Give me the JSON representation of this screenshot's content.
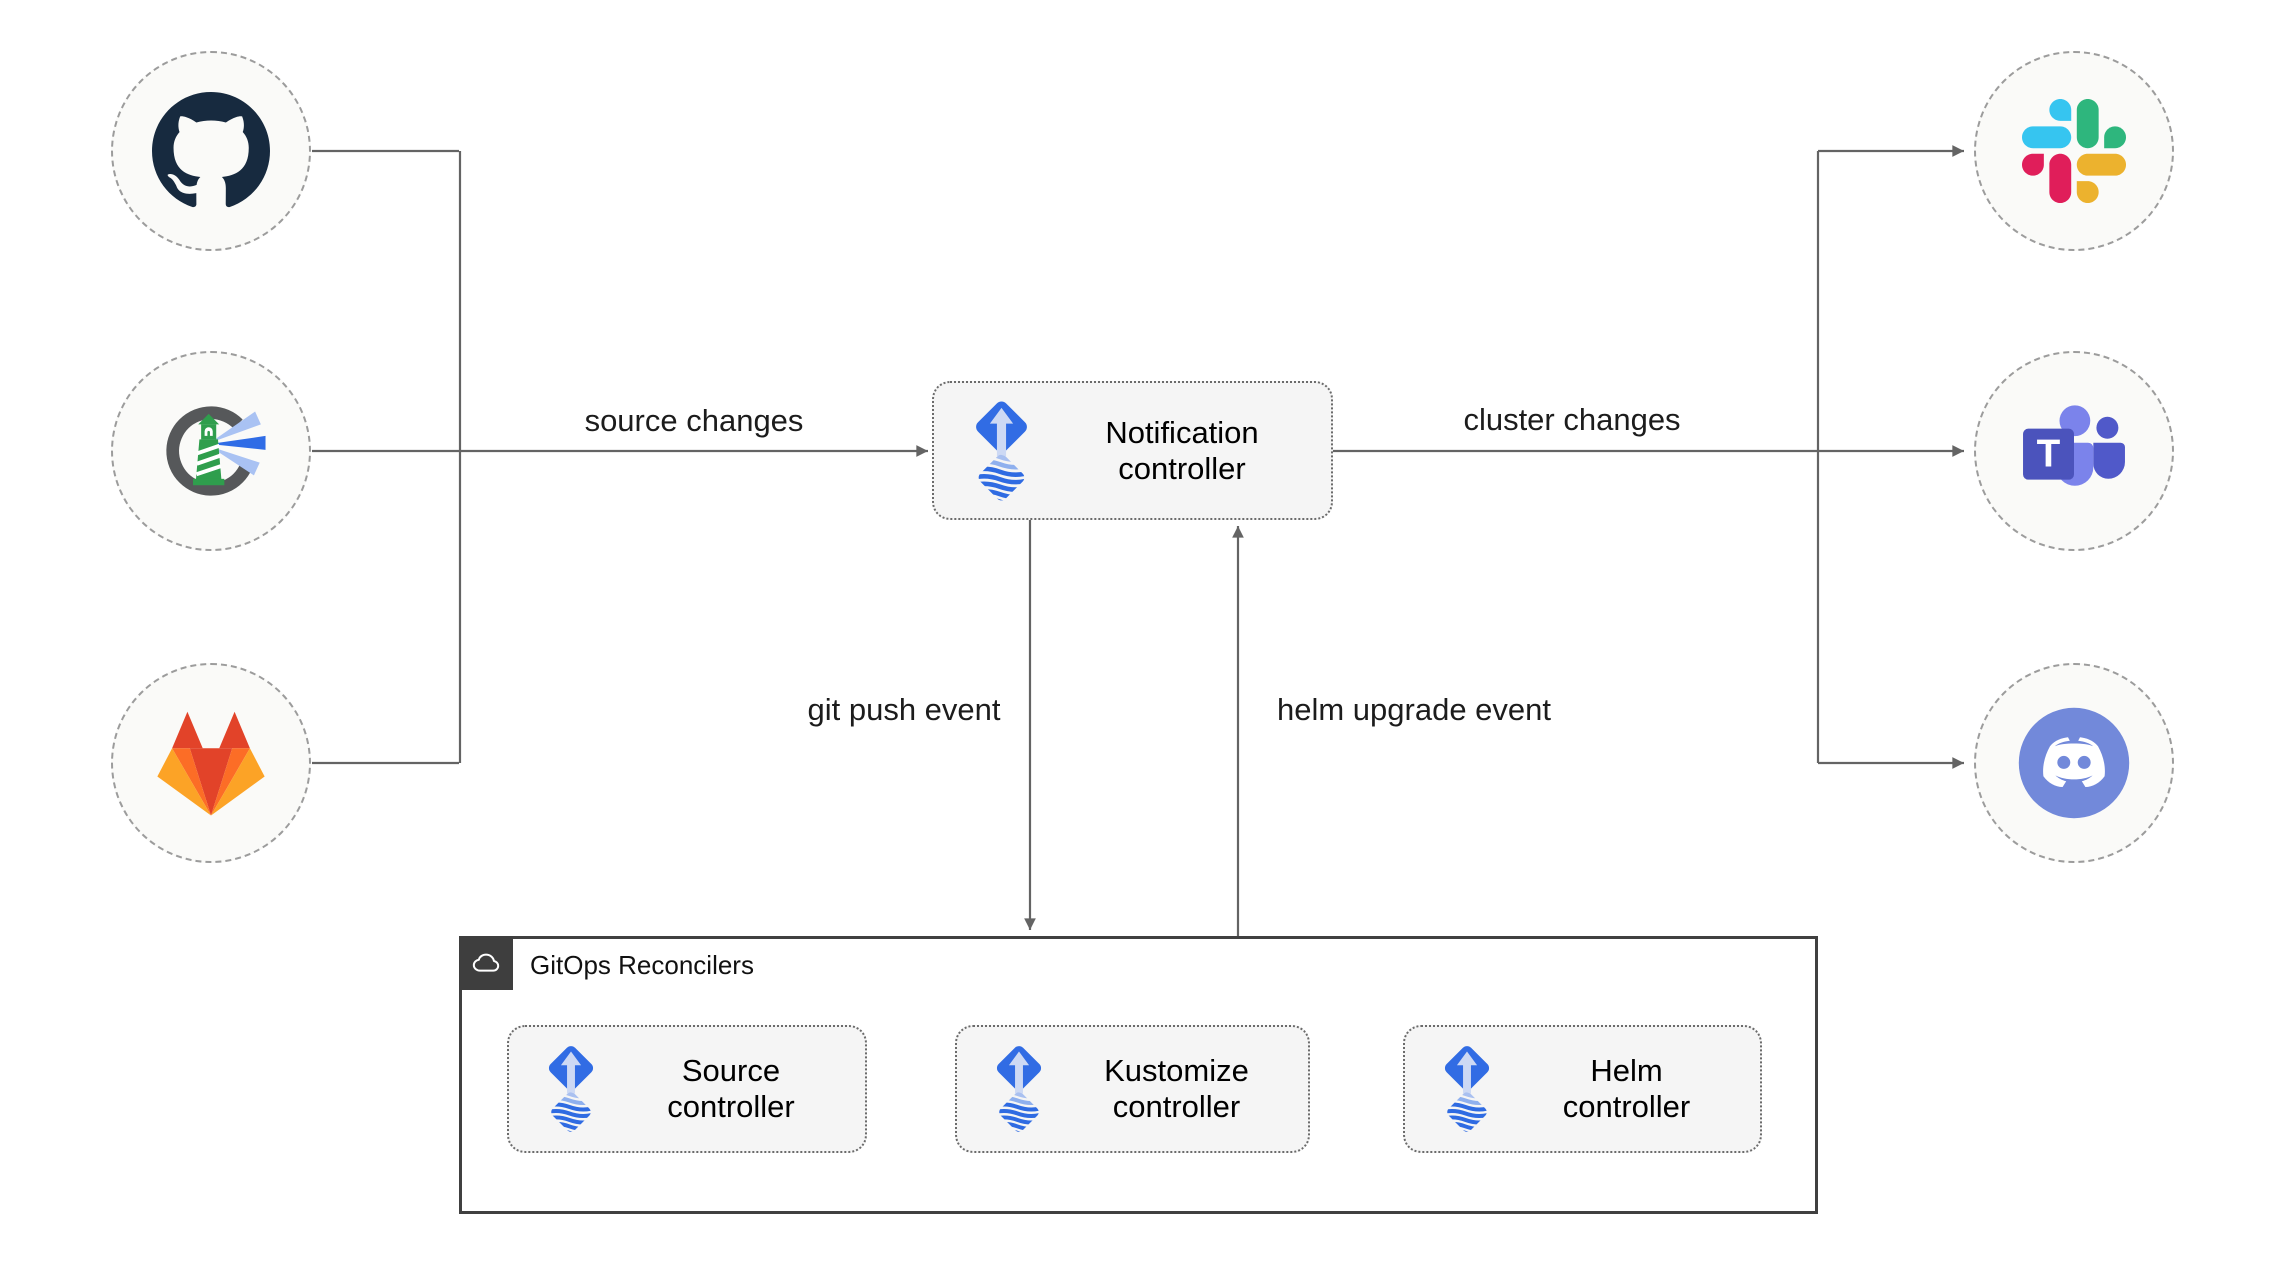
{
  "edges": {
    "source_changes": {
      "label": "source changes"
    },
    "cluster_changes": {
      "label": "cluster changes"
    },
    "git_push_event": {
      "label": "git push event"
    },
    "helm_upgrade_event": {
      "label": "helm upgrade event"
    }
  },
  "nodes": {
    "notification_controller": {
      "line1": "Notification",
      "line2": "controller",
      "icon": "flux-icon"
    },
    "source_controller": {
      "line1": "Source",
      "line2": "controller",
      "icon": "flux-icon"
    },
    "kustomize_controller": {
      "line1": "Kustomize",
      "line2": "controller",
      "icon": "flux-icon"
    },
    "helm_controller": {
      "line1": "Helm",
      "line2": "controller",
      "icon": "flux-icon"
    }
  },
  "group": {
    "label": "GitOps Reconcilers",
    "icon": "cloud-icon"
  },
  "endpoints": {
    "left": [
      "github-icon",
      "harbor-icon",
      "gitlab-icon"
    ],
    "right": [
      "slack-icon",
      "teams-icon",
      "discord-icon"
    ]
  },
  "teams_logo_letter": "T",
  "colors": {
    "connector": "#646464",
    "node_fill": "#f5f5f5",
    "node_border": "#6b6b6b",
    "circle_fill": "#fafaf8",
    "circle_border": "#9c9c9c",
    "group_border": "#404040",
    "group_badge_bg": "#3e3e3e",
    "flux_blue": "#316ce4",
    "flux_light_blue": "#cdd9f4",
    "github_mark": "#172a3f",
    "harbor_green": "#2f9e4d",
    "gitlab_red": "#e24329",
    "gitlab_orange": "#fc6d26",
    "gitlab_yellow": "#fca326",
    "slack_blue": "#36c5f0",
    "slack_green": "#2eb67d",
    "slack_yellow": "#ecb22e",
    "slack_pink": "#e01e5a",
    "teams_dark_purple": "#4b53bc",
    "teams_mid_purple": "#5059c9",
    "teams_light_purple": "#7b83eb",
    "discord_blurple": "#7289da"
  }
}
